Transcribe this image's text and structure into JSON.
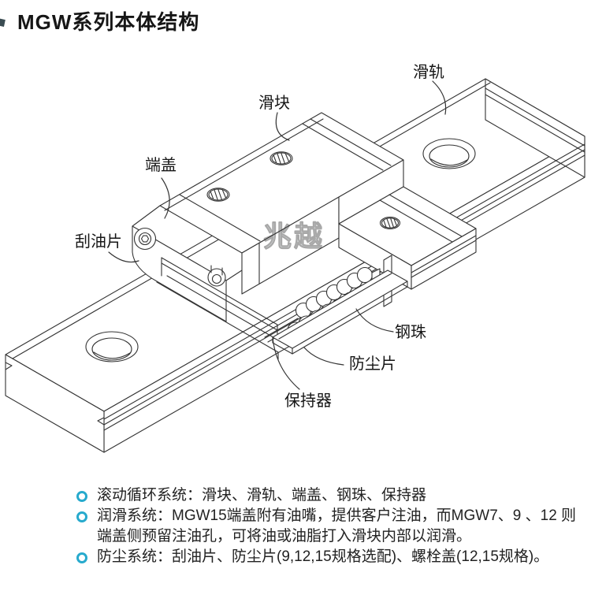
{
  "title": "MGW系列本体结构",
  "diagram": {
    "watermark": "兆越",
    "labels": {
      "slider": "滑块",
      "rail": "滑轨",
      "end_cap": "端盖",
      "oil_scraper": "刮油片",
      "steel_ball": "钢珠",
      "dust_plate": "防尘片",
      "retainer": "保持器"
    }
  },
  "notes": {
    "items": [
      {
        "lines": [
          "滚动循环系统：滑块、滑轨、端盖、钢珠、保持器"
        ]
      },
      {
        "lines": [
          "润滑系统：MGW15端盖附有油嘴，提供客户注油，而MGW7、9 、12 则",
          "端盖侧预留注油孔，可将油或油脂打入滑块内部以润滑。"
        ]
      },
      {
        "lines": [
          "防尘系统：刮油片、防尘片(9,12,15规格选配)、螺栓盖(12,15规格)。"
        ]
      }
    ]
  },
  "colors": {
    "accent": "#27aacd",
    "line": "#333333",
    "watermark": "#9aa0a2"
  }
}
